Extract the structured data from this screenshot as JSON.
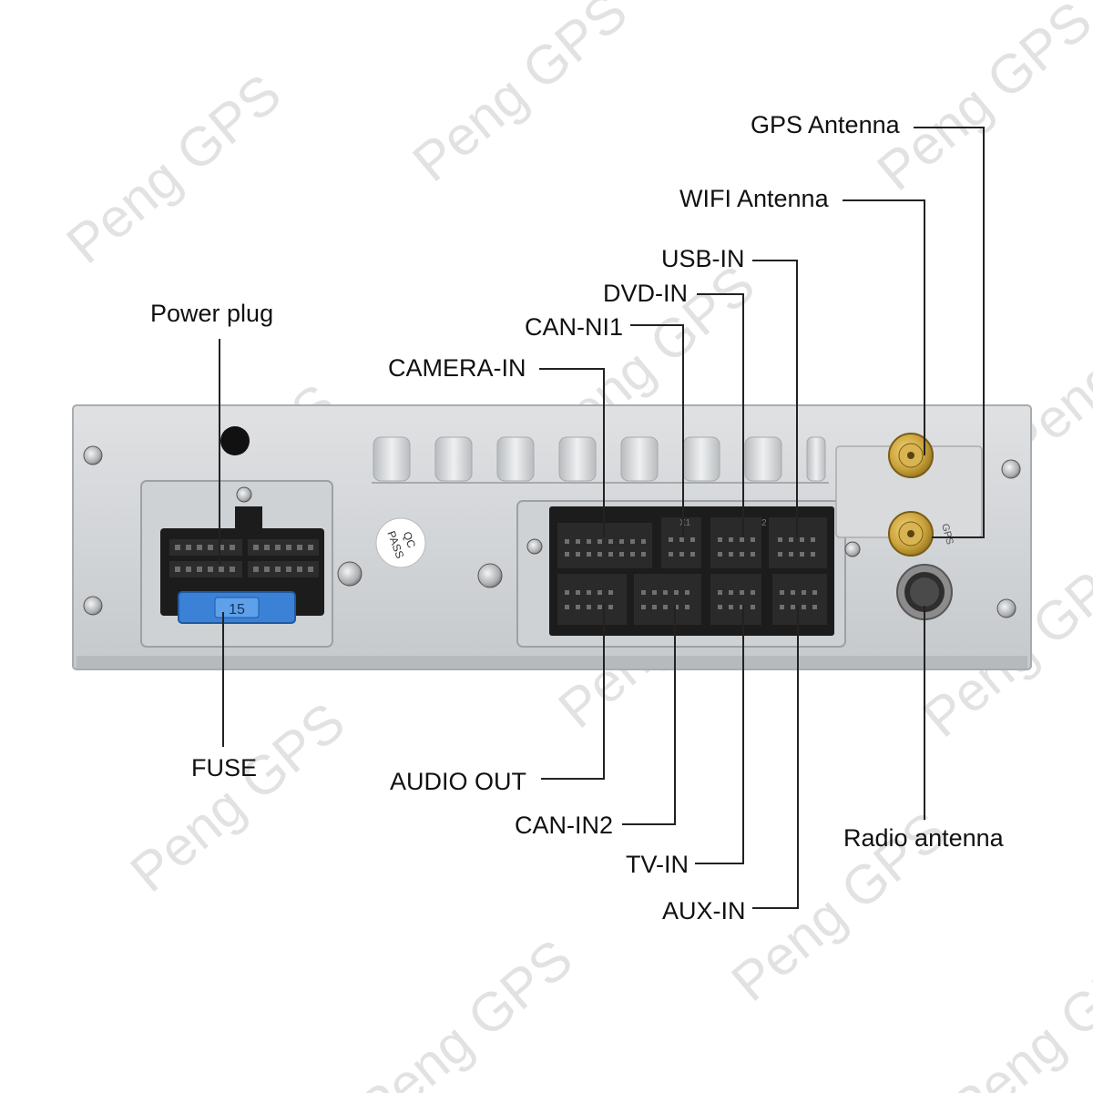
{
  "watermark": "Peng GPS",
  "labels": {
    "gps_antenna": "GPS Antenna",
    "wifi_antenna": "WIFI Antenna",
    "usb_in": "USB-IN",
    "dvd_in": "DVD-IN",
    "can_ni1": "CAN-NI1",
    "camera_in": "CAMERA-IN",
    "power_plug": "Power plug",
    "fuse": "FUSE",
    "audio_out": "AUDIO OUT",
    "can_in2": "CAN-IN2",
    "tv_in": "TV-IN",
    "aux_in": "AUX-IN",
    "radio_antenna": "Radio antenna"
  },
  "device": {
    "qc_stamp_line1": "QC",
    "qc_stamp_line2": "PASS",
    "fuse_rating": "15",
    "gps_port_mark": "GPS",
    "connector_mark_1": "X1",
    "connector_mark_2": "2"
  },
  "colors": {
    "panel": "#d3d6d8",
    "connector": "#1c1c1c",
    "fuse": "#3b82d6",
    "antenna_gold": "#c9a23a",
    "leader_line": "#222222"
  }
}
